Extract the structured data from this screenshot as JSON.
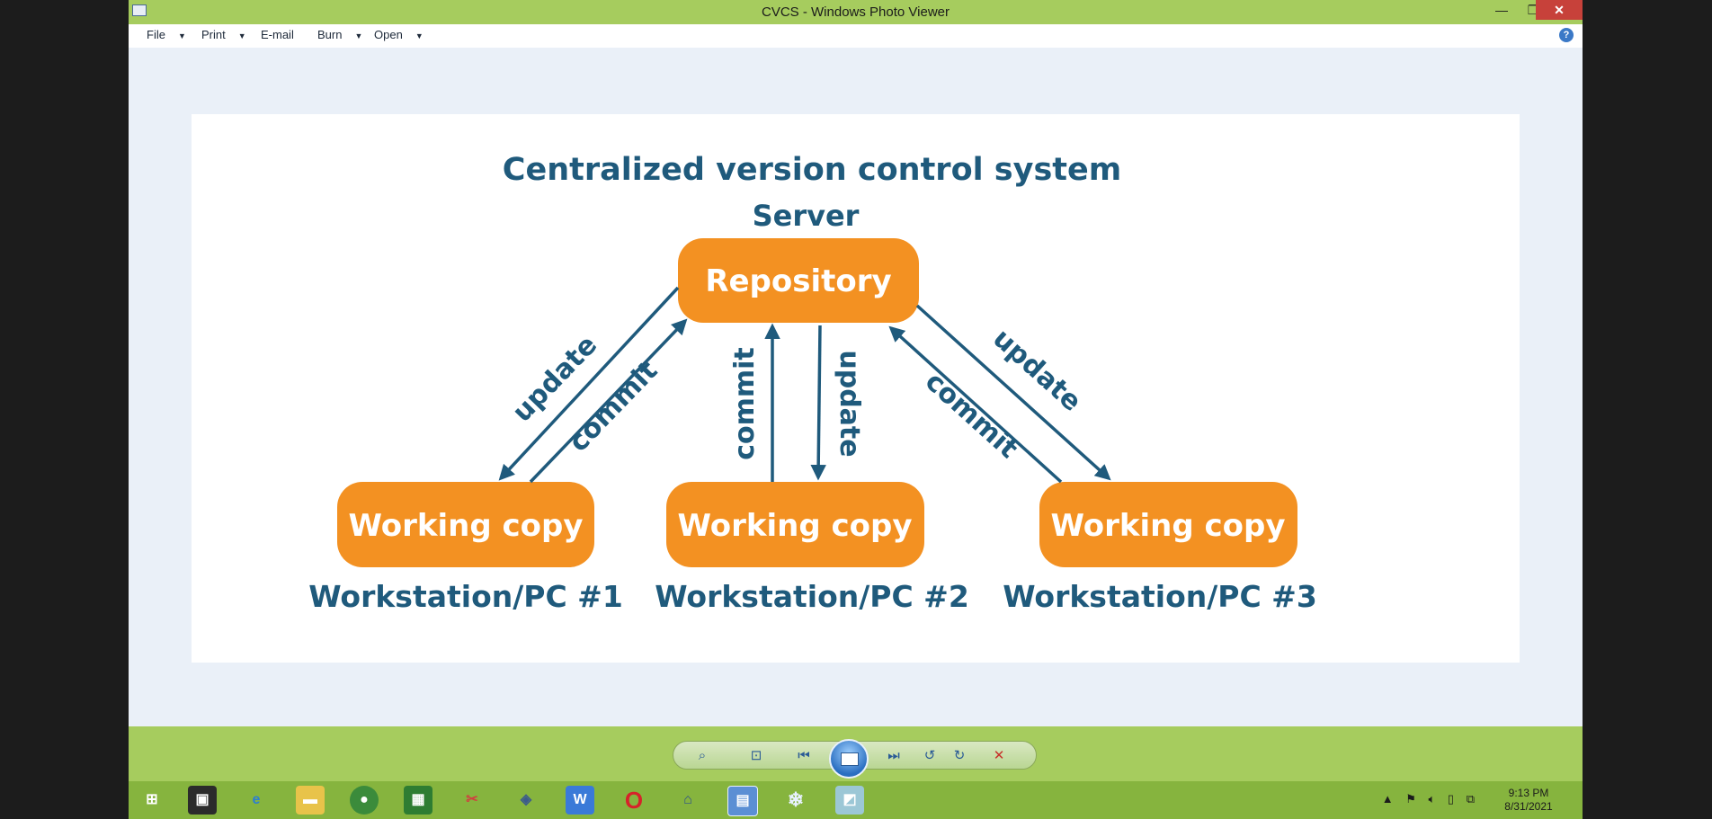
{
  "window": {
    "title": "CVCS - Windows Photo Viewer",
    "controls": {
      "minimize": "—",
      "maximize": "❐",
      "close": "✕"
    }
  },
  "menu": [
    {
      "label": "File",
      "has_dropdown": true
    },
    {
      "label": "Print",
      "has_dropdown": true
    },
    {
      "label": "E-mail",
      "has_dropdown": false
    },
    {
      "label": "Burn",
      "has_dropdown": true
    },
    {
      "label": "Open",
      "has_dropdown": true
    }
  ],
  "help_icon": "?",
  "diagram": {
    "title": "Centralized version control system",
    "server_label": "Server",
    "repository": "Repository",
    "working_copy": "Working copy",
    "workstations": [
      "Workstation/PC #1",
      "Workstation/PC #2",
      "Workstation/PC #3"
    ],
    "arrow_labels": {
      "update": "update",
      "commit": "commit"
    },
    "colors": {
      "box": "#f39122",
      "text": "#1f5a7c",
      "box_text": "#ffffff"
    }
  },
  "taskbar": {
    "apps": [
      "start-icon",
      "terminal-icon",
      "internet-explorer-icon",
      "file-explorer-icon",
      "chrome-icon",
      "store-icon",
      "snipping-icon",
      "virtualbox-icon",
      "wps-icon",
      "opera-icon",
      "network-icon",
      "photo-viewer-icon",
      "settings-icon",
      "notes-icon"
    ],
    "time": "9:13 PM",
    "date": "8/31/2021"
  }
}
